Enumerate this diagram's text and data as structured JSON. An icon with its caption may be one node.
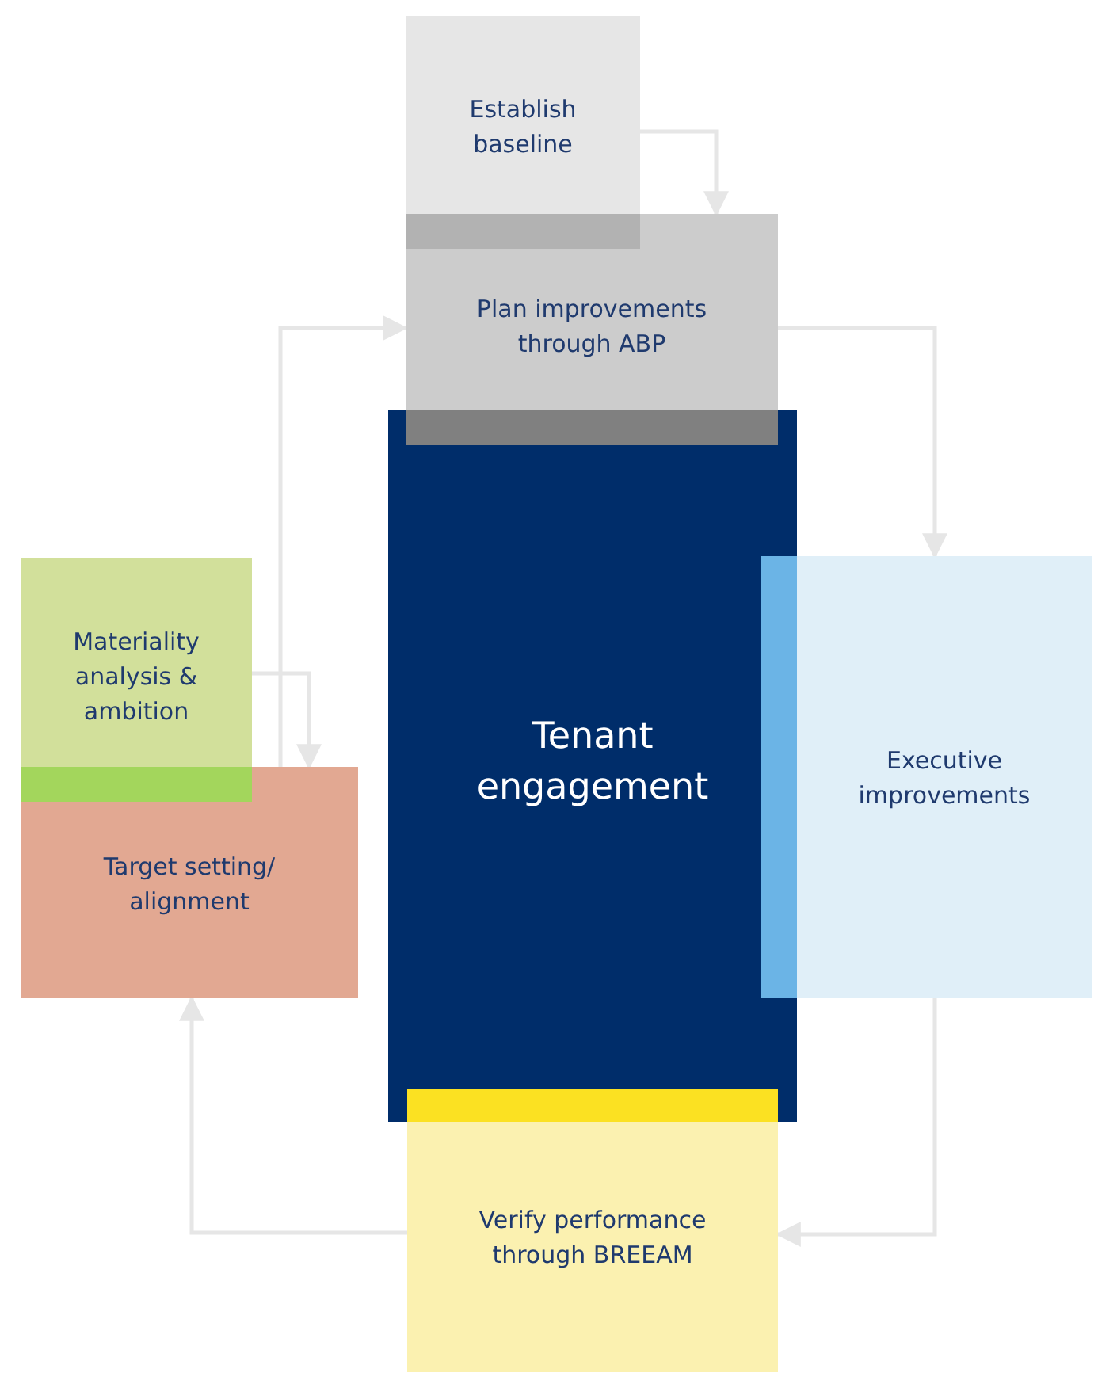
{
  "diagram": {
    "nodes": [
      {
        "text": [
          "Establish baseline"
        ]
      },
      {
        "text": [
          "Plan improvements through ABP"
        ]
      },
      {
        "text": [
          "Tenant engagement"
        ]
      },
      {
        "text": [
          "Materiality analysis & ambition"
        ]
      },
      {
        "text": [
          "Target setting/ alignment"
        ]
      },
      {
        "text": [
          "Executive improvements"
        ]
      },
      {
        "text": [
          "Verify performance through BREEAM"
        ]
      }
    ],
    "edges": [
      {
        "from": 0,
        "to": 1,
        "arrow": "to"
      },
      {
        "from": 1,
        "to": 5,
        "arrow": "to"
      },
      {
        "from": 5,
        "to": 6,
        "arrow": "to"
      },
      {
        "from": 6,
        "to": 4,
        "arrow": "to"
      },
      {
        "from": 3,
        "to": 4,
        "arrow": "to"
      },
      {
        "from": 4,
        "to": 1,
        "arrow": "to"
      }
    ]
  }
}
